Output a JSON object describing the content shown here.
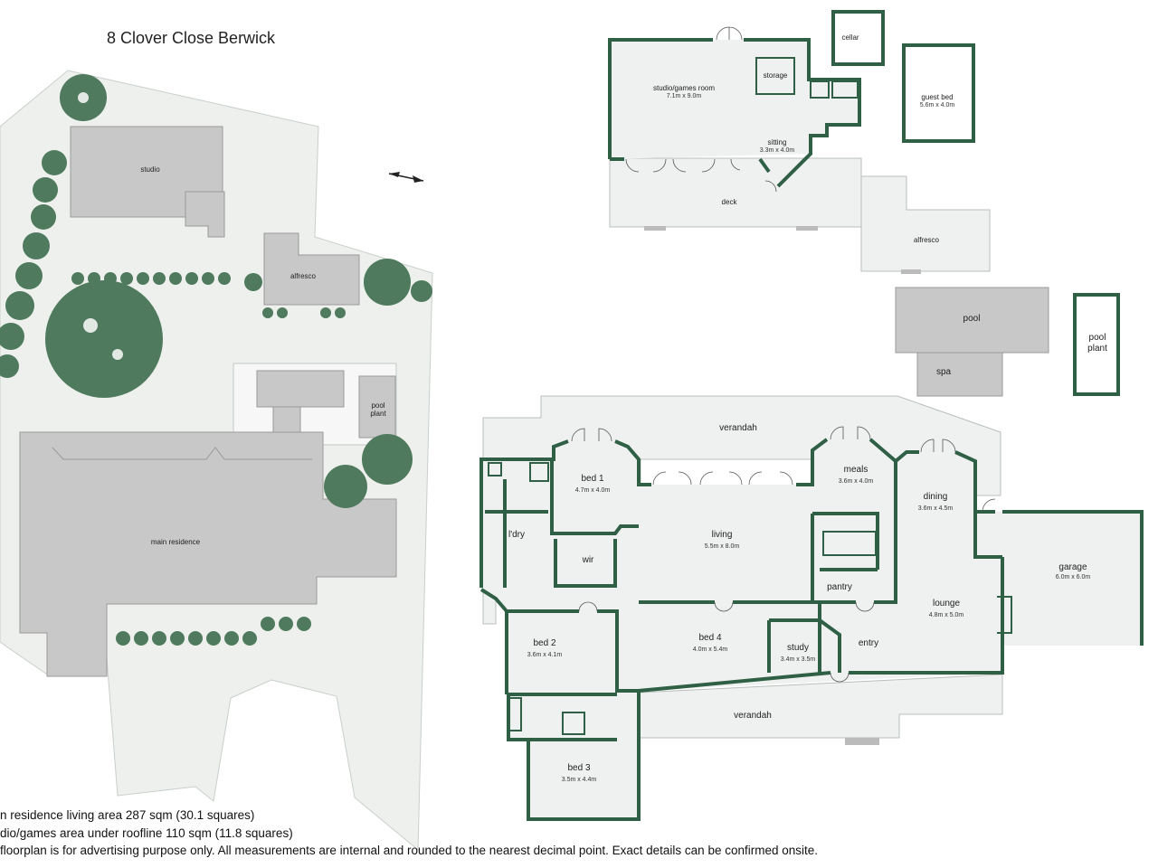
{
  "title": "8 Clover Close Berwick",
  "site": {
    "labels": [
      "studio",
      "alfresco",
      "pool\nplant",
      "main residence"
    ]
  },
  "rooms": {
    "studio_games": {
      "name": "studio/games room",
      "size": "7.1m x 9.0m"
    },
    "storage": {
      "name": "storage"
    },
    "sitting": {
      "name": "sitting",
      "size": "3.3m x 4.0m"
    },
    "deck": {
      "name": "deck"
    },
    "cellar": {
      "name": "cellar"
    },
    "guest_bed": {
      "name": "guest bed",
      "size": "5.6m x 4.0m"
    },
    "alfresco": {
      "name": "alfresco"
    },
    "pool": {
      "name": "pool"
    },
    "spa": {
      "name": "spa"
    },
    "pool_plant": {
      "name": "pool\nplant"
    },
    "verandah_top": {
      "name": "verandah"
    },
    "verandah_bottom": {
      "name": "verandah"
    },
    "bed1": {
      "name": "bed 1",
      "size": "4.7m x 4.0m"
    },
    "ldry": {
      "name": "l'dry"
    },
    "wir": {
      "name": "wir"
    },
    "living": {
      "name": "living",
      "size": "5.5m x 8.0m"
    },
    "meals": {
      "name": "meals",
      "size": "3.6m x 4.0m"
    },
    "dining": {
      "name": "dining",
      "size": "3.6m x 4.5m"
    },
    "pantry": {
      "name": "pantry"
    },
    "garage": {
      "name": "garage",
      "size": "6.0m x 6.0m"
    },
    "lounge": {
      "name": "lounge",
      "size": "4.8m x 5.0m"
    },
    "entry": {
      "name": "entry"
    },
    "study": {
      "name": "study",
      "size": "3.4m x 3.5m"
    },
    "bed4": {
      "name": "bed 4",
      "size": "4.0m x 5.4m"
    },
    "bed2": {
      "name": "bed 2",
      "size": "3.6m x 4.1m"
    },
    "bed3": {
      "name": "bed 3",
      "size": "3.5m x 4.4m"
    }
  },
  "footer": {
    "line1": "n residence living area 287 sqm (30.1 squares)",
    "line2": "dio/games area under roofline 110 sqm (11.8 squares)",
    "line3": "floorplan is for advertising purpose only. All measurements are internal and rounded to the nearest decimal point. Exact details can be confirmed onsite."
  }
}
